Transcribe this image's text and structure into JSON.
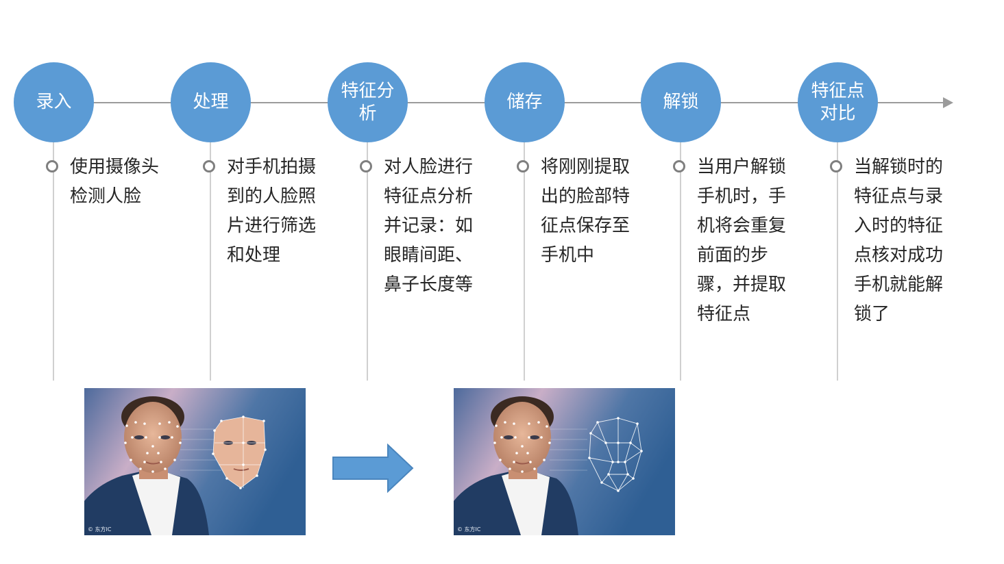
{
  "colors": {
    "circle_fill": "#5b9bd5",
    "circle_text": "#ffffff",
    "timeline_line": "#9b9b9b",
    "connector_line": "#d0d0d0",
    "bullet_ring": "#7f7f7f",
    "description_text": "#262626",
    "arrow_fill": "#5b9bd5"
  },
  "stages": [
    {
      "title": "录入",
      "description": "使用摄像头检测人脸"
    },
    {
      "title": "处理",
      "description": "对手机拍摄到的人脸照片进行筛选和处理"
    },
    {
      "title": "特征分析",
      "description": "对人脸进行特征点分析并记录：如眼睛间距、鼻子长度等"
    },
    {
      "title": "储存",
      "description": "将刚刚提取出的脸部特征点保存至手机中"
    },
    {
      "title": "解锁",
      "description": "当用户解锁手机时，手机将会重复前面的步骤，并提取特征点"
    },
    {
      "title": "特征点对比",
      "description": "当解锁时的特征点与录入时的特征点核对成功手机就能解锁了"
    }
  ],
  "images": [
    {
      "icon": "face-with-extracted-landmarks-photo",
      "credit": "© 东方IC"
    },
    {
      "icon": "face-with-landmark-mesh-photo",
      "credit": "© 东方IC"
    }
  ],
  "process_arrow_icon": "right-arrow-icon"
}
